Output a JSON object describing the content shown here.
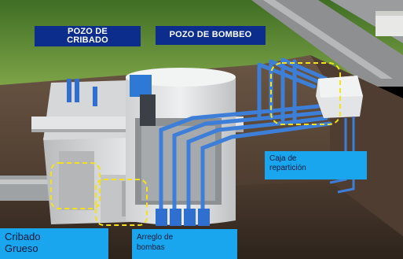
{
  "labels": {
    "pozo_cribado": "POZO DE\nCRIBADO",
    "pozo_bombeo": "POZO DE BOMBEO",
    "caja_reparticion": "Caja de\nrepartición",
    "cribado_grueso": "Cribado\nGrueso",
    "arreglo_bombas": "Arreglo de\nbombas"
  },
  "colors": {
    "label_dark_blue": "#0c2d8c",
    "label_light_blue": "#19a6ee",
    "highlight_yellow": "#f5e11a",
    "pipe_blue": "#3d7fd8",
    "grass": "#6f9a3a",
    "soil": "#5a4636",
    "concrete": "#d9dadb"
  }
}
